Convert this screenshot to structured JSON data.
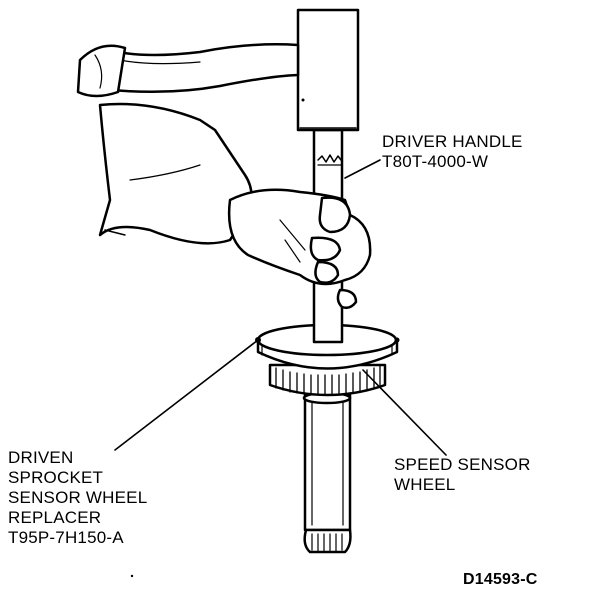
{
  "labels": {
    "driver_handle": [
      "DRIVER HANDLE",
      "T80T-4000-W"
    ],
    "speed_sensor_wheel": [
      "SPEED SENSOR",
      "WHEEL"
    ],
    "replacer": [
      "DRIVEN",
      "SPROCKET",
      "SENSOR WHEEL",
      "REPLACER",
      "T95P-7H150-A"
    ],
    "figure_id": "D14593-C"
  },
  "colors": {
    "line": "#000000",
    "fill": "#ffffff"
  }
}
